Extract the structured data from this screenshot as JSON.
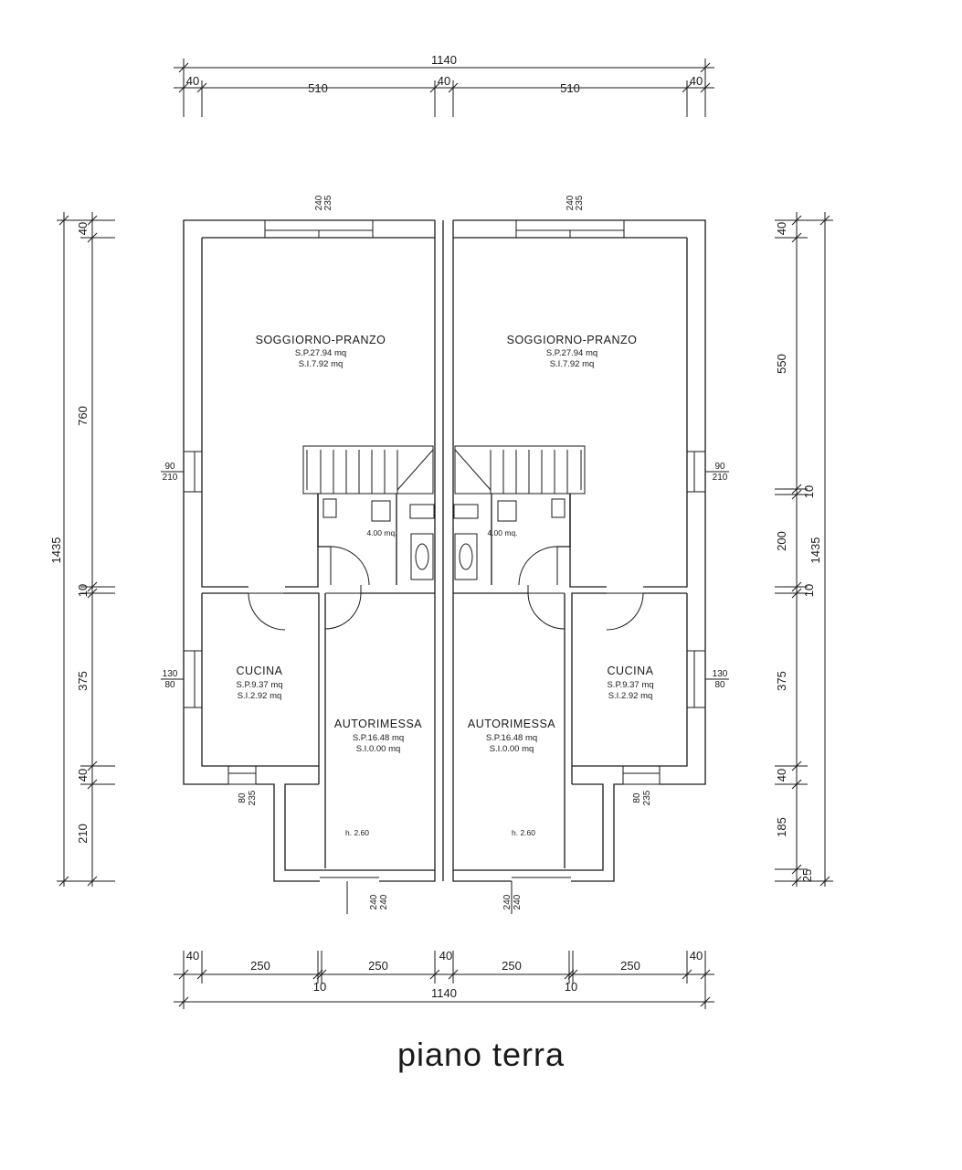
{
  "drawing": {
    "title": "piano terra",
    "top_dims": {
      "total": "1140",
      "segments": [
        "40",
        "510",
        "40",
        "510",
        "40"
      ]
    },
    "bottom_dims": {
      "total": "1140",
      "segments": [
        "40",
        "250",
        "250",
        "40",
        "250",
        "250",
        "40"
      ],
      "gaps": [
        "10",
        "10"
      ]
    },
    "left_dims": {
      "total": "1435",
      "segments": [
        "40",
        "760",
        "10",
        "375",
        "40",
        "210"
      ]
    },
    "right_dims": {
      "total": "1435",
      "segments": [
        "40",
        "550",
        "10",
        "200",
        "10",
        "375",
        "40",
        "185",
        "25"
      ]
    }
  },
  "units": [
    {
      "living": {
        "name": "SOGGIORNO-PRANZO",
        "sp": "S.P.27.94  mq",
        "si": "S.I.7.92 mq"
      },
      "kitchen": {
        "name": "CUCINA",
        "sp": "S.P.9.37 mq",
        "si": "S.I.2.92 mq"
      },
      "garage": {
        "name": "AUTORIMESSA",
        "sp": "S.P.16.48 mq",
        "si": "S.I.0.00 mq",
        "height": "h. 2.60"
      },
      "bath": {
        "area": "4.00 mq."
      },
      "windows": {
        "living_top": [
          "240",
          "235"
        ],
        "living_side": [
          "90",
          "210"
        ],
        "kitchen_side": [
          "130",
          "80"
        ],
        "kitchen_bottom": [
          "80",
          "235"
        ],
        "garage_door": [
          "240",
          "240"
        ]
      }
    },
    {
      "living": {
        "name": "SOGGIORNO-PRANZO",
        "sp": "S.P.27.94  mq",
        "si": "S.I.7.92 mq"
      },
      "kitchen": {
        "name": "CUCINA",
        "sp": "S.P.9.37 mq",
        "si": "S.I.2.92 mq"
      },
      "garage": {
        "name": "AUTORIMESSA",
        "sp": "S.P.16.48 mq",
        "si": "S.I.0.00 mq",
        "height": "h. 2.60"
      },
      "bath": {
        "area": "4.00 mq."
      },
      "windows": {
        "living_top": [
          "240",
          "235"
        ],
        "living_side": [
          "90",
          "210"
        ],
        "kitchen_side": [
          "130",
          "80"
        ],
        "kitchen_bottom": [
          "80",
          "235"
        ],
        "garage_door": [
          "240",
          "240"
        ]
      }
    }
  ]
}
